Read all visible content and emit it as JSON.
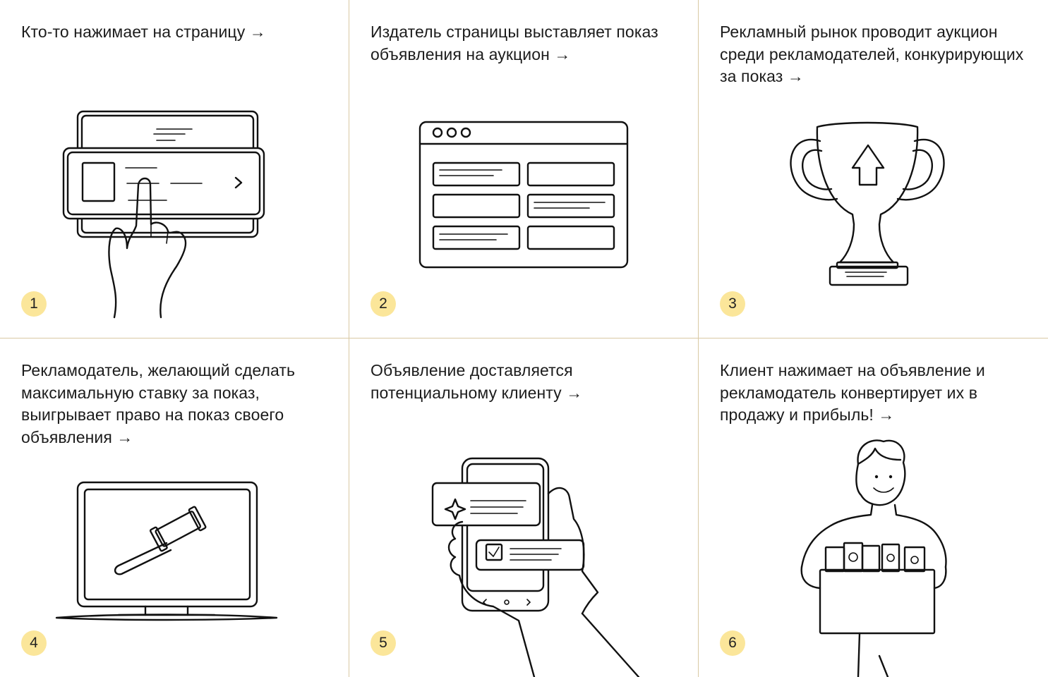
{
  "steps": [
    {
      "number": "1",
      "caption": "Кто-то нажимает на страницу →",
      "icon": "hand-tapping-page-icon"
    },
    {
      "number": "2",
      "caption": "Издатель страницы выставляет показ объявления на аукцион →",
      "icon": "browser-window-ad-slots-icon"
    },
    {
      "number": "3",
      "caption": "Рекламный рынок проводит аукцион среди рекламодателей, конкурирующих за показ →",
      "icon": "trophy-icon"
    },
    {
      "number": "4",
      "caption": "Рекламодатель, желающий сделать максимальную ставку за показ, выигрывает право на показ своего объявления →",
      "icon": "monitor-gavel-icon"
    },
    {
      "number": "5",
      "caption": "Объявление доставляется потенциальному клиенту →",
      "icon": "phone-with-ads-icon"
    },
    {
      "number": "6",
      "caption": "Клиент нажимает на объявление и рекламодатель конвертирует их в продажу и прибыль! →",
      "icon": "customer-with-box-icon"
    }
  ],
  "colors": {
    "divider": "#d9c9a3",
    "badge": "#fbe69a",
    "text": "#1c1c1c"
  }
}
